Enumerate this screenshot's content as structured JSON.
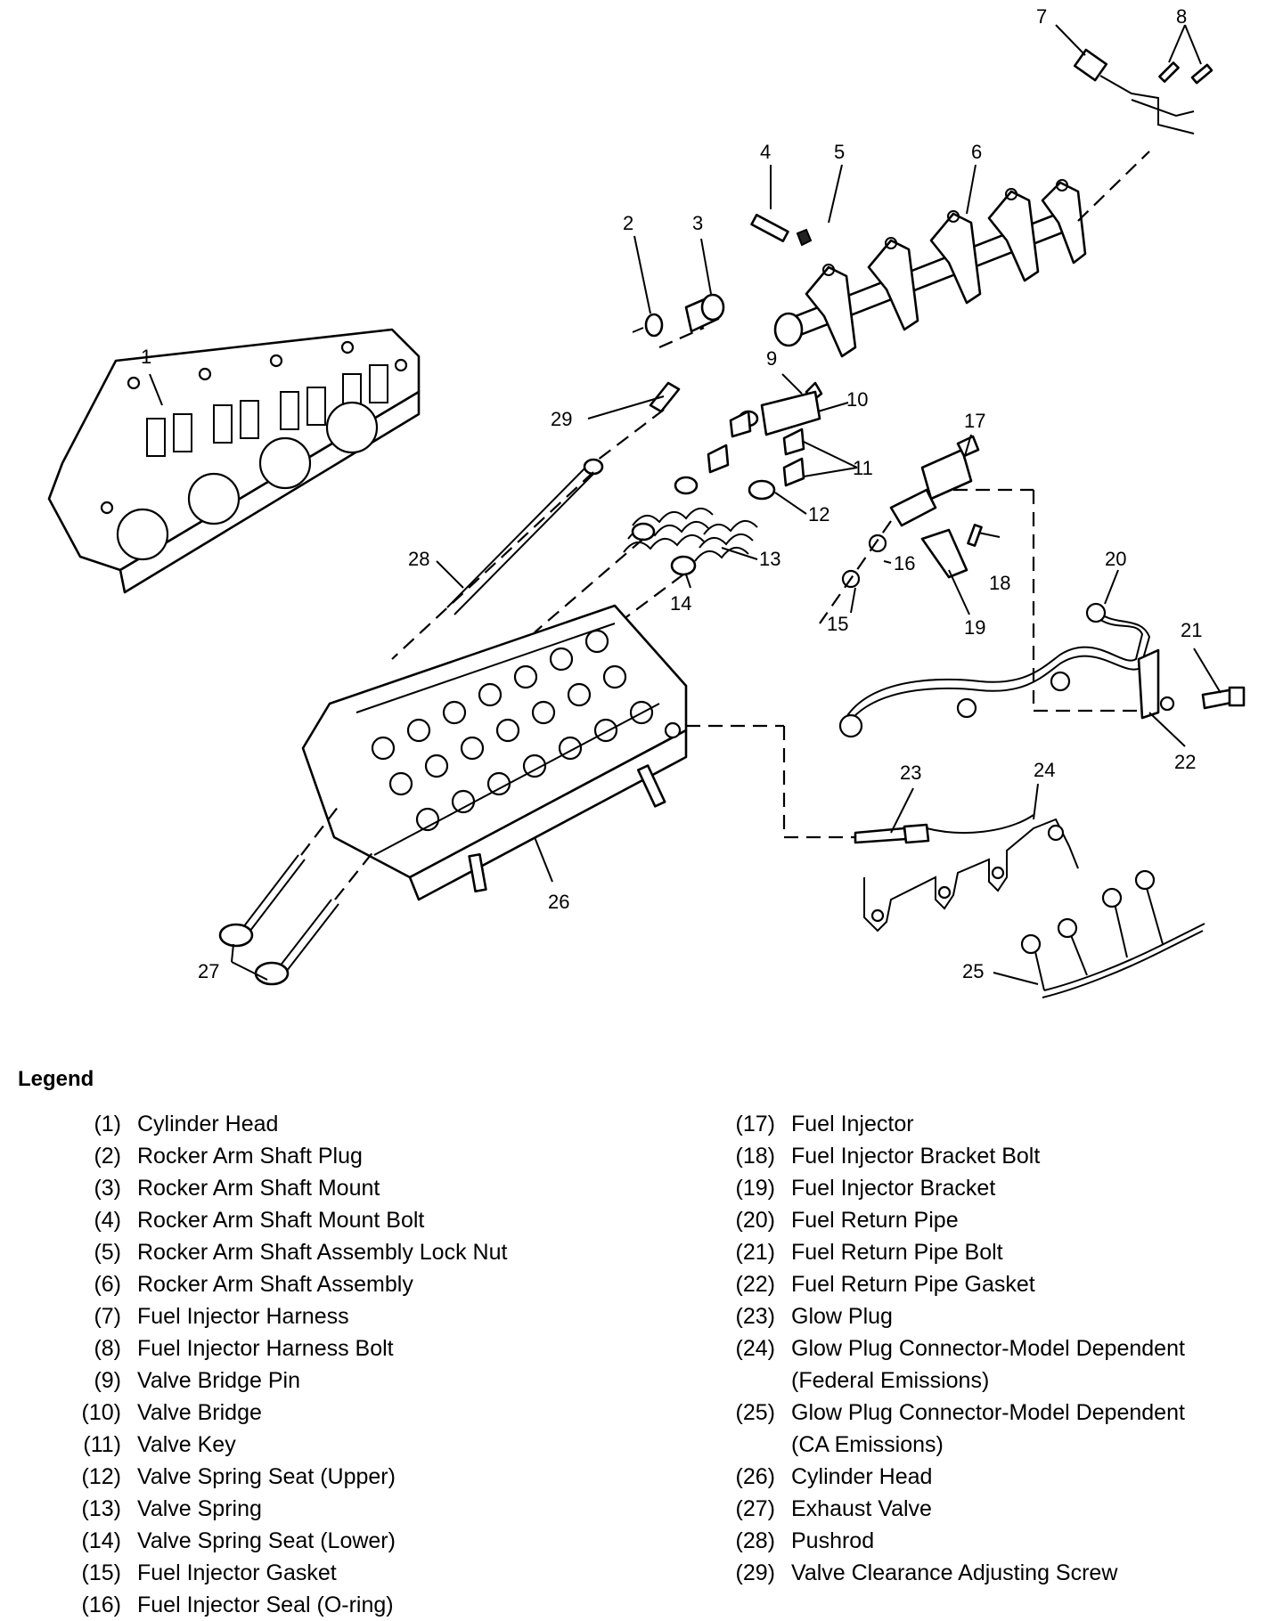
{
  "callouts": [
    "1",
    "2",
    "3",
    "4",
    "5",
    "6",
    "7",
    "8",
    "9",
    "10",
    "11",
    "12",
    "13",
    "14",
    "15",
    "16",
    "17",
    "18",
    "19",
    "20",
    "21",
    "22",
    "23",
    "24",
    "25",
    "26",
    "27",
    "28",
    "29"
  ],
  "legend": {
    "title": "Legend",
    "left": [
      {
        "num": "(1)",
        "label": "Cylinder Head"
      },
      {
        "num": "(2)",
        "label": "Rocker Arm Shaft Plug"
      },
      {
        "num": "(3)",
        "label": "Rocker Arm Shaft Mount"
      },
      {
        "num": "(4)",
        "label": "Rocker Arm Shaft Mount Bolt"
      },
      {
        "num": "(5)",
        "label": "Rocker Arm Shaft Assembly Lock Nut"
      },
      {
        "num": "(6)",
        "label": "Rocker Arm Shaft Assembly"
      },
      {
        "num": "(7)",
        "label": "Fuel Injector Harness"
      },
      {
        "num": "(8)",
        "label": "Fuel Injector Harness Bolt"
      },
      {
        "num": "(9)",
        "label": "Valve Bridge Pin"
      },
      {
        "num": "(10)",
        "label": "Valve Bridge"
      },
      {
        "num": "(11)",
        "label": "Valve Key"
      },
      {
        "num": "(12)",
        "label": "Valve Spring Seat (Upper)"
      },
      {
        "num": "(13)",
        "label": "Valve Spring"
      },
      {
        "num": "(14)",
        "label": "Valve Spring Seat (Lower)"
      },
      {
        "num": "(15)",
        "label": "Fuel Injector Gasket"
      },
      {
        "num": "(16)",
        "label": "Fuel Injector Seal (O-ring)"
      }
    ],
    "right": [
      {
        "num": "(17)",
        "label": "Fuel Injector"
      },
      {
        "num": "(18)",
        "label": "Fuel Injector Bracket Bolt"
      },
      {
        "num": "(19)",
        "label": "Fuel Injector Bracket"
      },
      {
        "num": "(20)",
        "label": "Fuel Return Pipe"
      },
      {
        "num": "(21)",
        "label": "Fuel Return Pipe Bolt"
      },
      {
        "num": "(22)",
        "label": "Fuel Return Pipe Gasket"
      },
      {
        "num": "(23)",
        "label": "Glow Plug"
      },
      {
        "num": "(24)",
        "label": "Glow Plug Connector-Model Dependent",
        "label2": "(Federal Emissions)"
      },
      {
        "num": "(25)",
        "label": "Glow Plug Connector-Model Dependent",
        "label2": "(CA Emissions)"
      },
      {
        "num": "(26)",
        "label": "Cylinder Head"
      },
      {
        "num": "(27)",
        "label": "Exhaust Valve"
      },
      {
        "num": "(28)",
        "label": "Pushrod"
      },
      {
        "num": "(29)",
        "label": "Valve Clearance Adjusting Screw"
      }
    ]
  }
}
